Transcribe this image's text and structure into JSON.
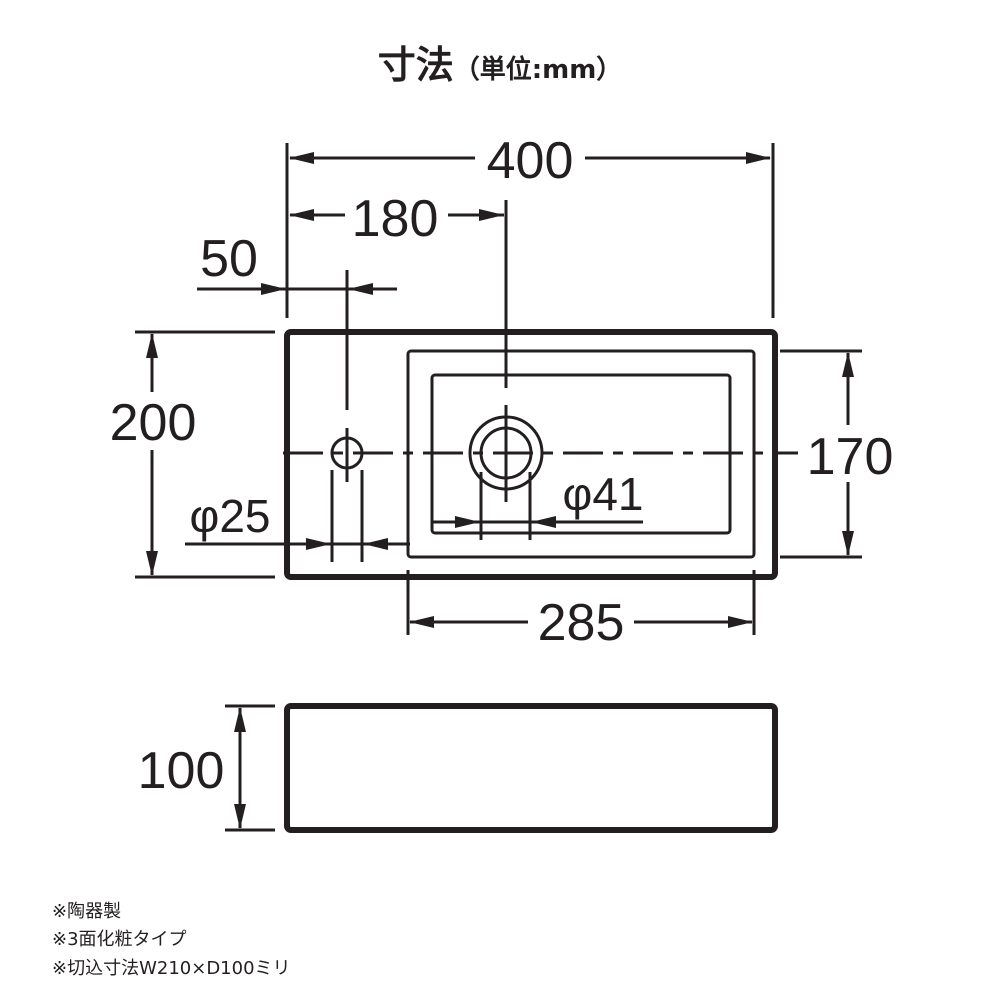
{
  "title": {
    "main": "寸法",
    "sub": "（単位:mm）"
  },
  "dimensions": {
    "total_width": "400",
    "drain_offset": "180",
    "faucet_offset": "50",
    "total_depth": "200",
    "bowl_depth": "170",
    "bowl_width": "285",
    "faucet_hole": "φ25",
    "drain_hole": "φ41",
    "height": "100"
  },
  "notes": [
    "※陶器製",
    "※3面化粧タイプ",
    "※切込寸法W210×D100ミリ"
  ]
}
